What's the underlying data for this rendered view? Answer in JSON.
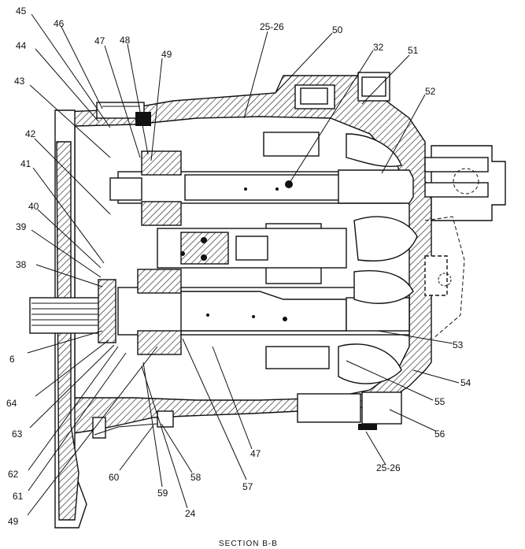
{
  "caption": "SECTION B-B",
  "labels": [
    {
      "id": "45",
      "text": "45"
    },
    {
      "id": "46",
      "text": "46"
    },
    {
      "id": "44",
      "text": "44"
    },
    {
      "id": "47a",
      "text": "47"
    },
    {
      "id": "48",
      "text": "48"
    },
    {
      "id": "49a",
      "text": "49"
    },
    {
      "id": "25a",
      "text": "25-26"
    },
    {
      "id": "50",
      "text": "50"
    },
    {
      "id": "32",
      "text": "32"
    },
    {
      "id": "51",
      "text": "51"
    },
    {
      "id": "43",
      "text": "43"
    },
    {
      "id": "52",
      "text": "52"
    },
    {
      "id": "42",
      "text": "42"
    },
    {
      "id": "41",
      "text": "41"
    },
    {
      "id": "40",
      "text": "40"
    },
    {
      "id": "39",
      "text": "39"
    },
    {
      "id": "38",
      "text": "38"
    },
    {
      "id": "53",
      "text": "53"
    },
    {
      "id": "6x",
      "text": "6"
    },
    {
      "id": "54",
      "text": "54"
    },
    {
      "id": "64",
      "text": "64"
    },
    {
      "id": "55",
      "text": "55"
    },
    {
      "id": "63",
      "text": "63"
    },
    {
      "id": "56",
      "text": "56"
    },
    {
      "id": "47b",
      "text": "47"
    },
    {
      "id": "25b",
      "text": "25-26"
    },
    {
      "id": "62",
      "text": "62"
    },
    {
      "id": "60",
      "text": "60"
    },
    {
      "id": "58",
      "text": "58"
    },
    {
      "id": "61",
      "text": "61"
    },
    {
      "id": "59",
      "text": "59"
    },
    {
      "id": "57",
      "text": "57"
    },
    {
      "id": "24",
      "text": "24"
    },
    {
      "id": "49b",
      "text": "49"
    }
  ]
}
